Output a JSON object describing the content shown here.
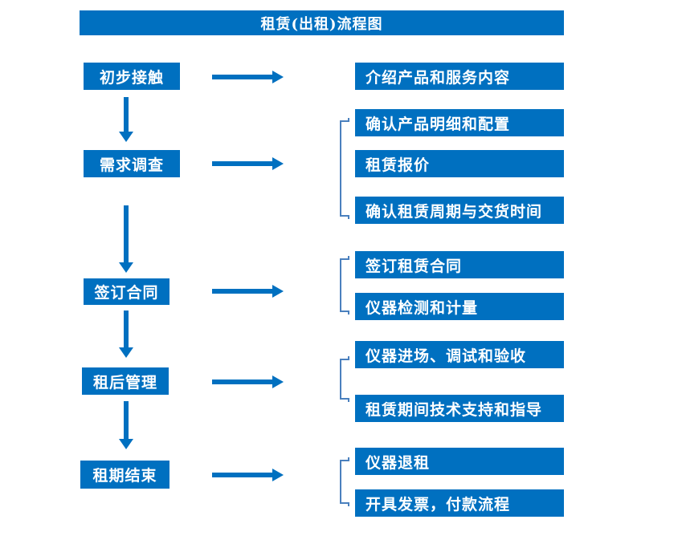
{
  "title": "租赁(出租)流程图",
  "colors": {
    "box_blue": "#0070C0",
    "bracket_blue": "#4A80BE",
    "text_white": "#FFFFFF",
    "background": "#FFFFFF"
  },
  "flow": {
    "steps": [
      {
        "label": "初步接触",
        "details": [
          "介绍产品和服务内容"
        ]
      },
      {
        "label": "需求调查",
        "details": [
          "确认产品明细和配置",
          "租赁报价",
          "确认租赁周期与交货时间"
        ]
      },
      {
        "label": "签订合同",
        "details": [
          "签订租赁合同",
          "仪器检测和计量"
        ]
      },
      {
        "label": "租后管理",
        "details": [
          "仪器进场、调试和验收",
          "租赁期间技术支持和指导"
        ]
      },
      {
        "label": "租期结束",
        "details": [
          "仪器退租",
          "开具发票，付款流程"
        ]
      }
    ]
  }
}
